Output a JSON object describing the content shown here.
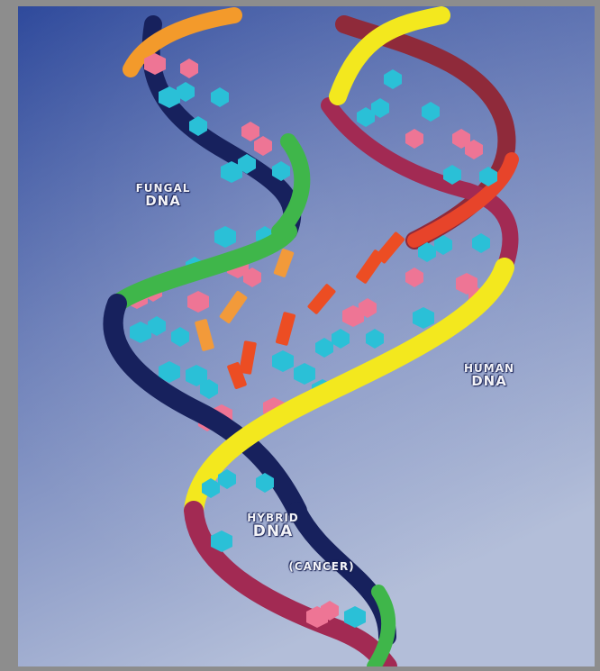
{
  "labels": {
    "fungal_line1": "FUNGAL",
    "fungal_line2": "DNA",
    "human_line1": "HUMAN",
    "human_line2": "DNA",
    "hybrid_line1": "HYBRID",
    "hybrid_line2": "DNA",
    "cancer": "(CANCER)"
  },
  "colors": {
    "background_top": "#324c9e",
    "background_bottom": "#a9b6d6",
    "strand_navy": "#17215d",
    "strand_orange": "#f39a2b",
    "strand_green": "#3fb64a",
    "strand_yellow": "#f3e81e",
    "strand_maroon": "#a22a53",
    "strand_red": "#e7442a",
    "base_pink": "#ee7595",
    "base_cyan": "#2ac0d7",
    "base_orange": "#f29a3a",
    "base_red": "#ec4d23"
  },
  "icons": [
    "fungal-dna-helix",
    "human-dna-helix",
    "hybrid-dna-helix"
  ]
}
